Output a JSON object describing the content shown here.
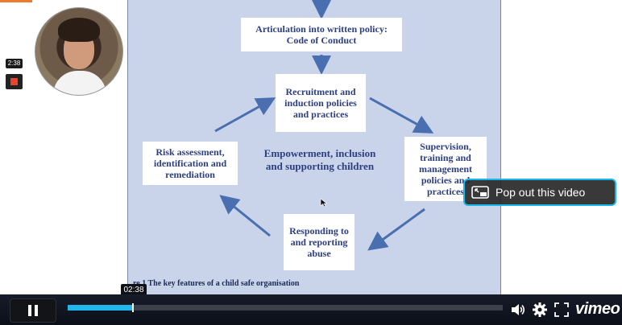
{
  "slide": {
    "box_top": "Articulation into written policy: Code of Conduct",
    "box_recruitment": "Recruitment and induction policies and practices",
    "box_supervision": "Supervision, training and management policies and practices",
    "box_responding": "Responding to and reporting abuse",
    "box_risk": "Risk assessment, identification and remediation",
    "center": "Empowerment, inclusion and supporting children",
    "caption": "re 1 The key features of a child safe organisation"
  },
  "overlay": {
    "mini_time": "2:38",
    "popout_label": "Pop out this video",
    "time_tooltip": "02:38"
  },
  "player": {
    "brand": "vimeo",
    "progress_fraction": 0.15,
    "accent_color": "#21b7ec",
    "slide_bg": "#c9d4ea",
    "text_color": "#2d3f80"
  },
  "icons": {
    "pause": "pause-icon",
    "volume": "volume-icon",
    "settings": "gear-icon",
    "fullscreen": "fullscreen-icon",
    "popout": "popout-icon",
    "stop": "stop-icon"
  }
}
